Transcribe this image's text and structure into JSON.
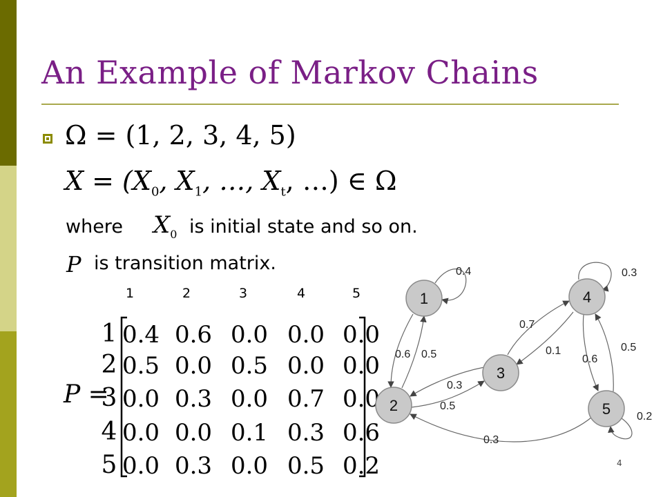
{
  "colors": {
    "title": "#7a1f86",
    "sidebar_top": "#6b6b00",
    "sidebar_mid": "#d4d488",
    "sidebar_bottom": "#a3a31e",
    "rule": "#a8a84c",
    "bullet": "#8b8b00",
    "node_fill": "#c9c9c9"
  },
  "slide": {
    "title": "An Example of Markov Chains",
    "bullet_icon": "hollow-square-bullet-icon",
    "omega_eq": "Ω = (1, 2, 3, 4, 5)",
    "x_eq_lhs": "X = (X",
    "x_eq_sub0": "0",
    "x_eq_mid": ", X",
    "x_eq_sub1": "1",
    "x_eq_mid2": ", …, X",
    "x_eq_subt": "t",
    "x_eq_rhs": ", …) ∈ Ω",
    "where_text": "where",
    "x0_symbol": "X",
    "x0_sub": "0",
    "initial_text": "is initial state and so on.",
    "p_symbol": "P",
    "transition_text": "is transition matrix.",
    "page_number": "4"
  },
  "matrix": {
    "label": "P =",
    "col_headers": [
      "1",
      "2",
      "3",
      "4",
      "5"
    ],
    "row_labels": [
      "1",
      "2",
      "3",
      "4",
      "5"
    ],
    "rows": [
      [
        "0.4",
        "0.6",
        "0.0",
        "0.0",
        "0.0"
      ],
      [
        "0.5",
        "0.0",
        "0.5",
        "0.0",
        "0.0"
      ],
      [
        "0.0",
        "0.3",
        "0.0",
        "0.7",
        "0.0"
      ],
      [
        "0.0",
        "0.0",
        "0.1",
        "0.3",
        "0.6"
      ],
      [
        "0.0",
        "0.3",
        "0.0",
        "0.5",
        "0.2"
      ]
    ]
  },
  "graph": {
    "nodes": [
      "1",
      "2",
      "3",
      "4",
      "5"
    ],
    "edges": [
      {
        "from": "1",
        "to": "1",
        "label": "0.4"
      },
      {
        "from": "1",
        "to": "2",
        "label": "0.6"
      },
      {
        "from": "2",
        "to": "1",
        "label": "0.5"
      },
      {
        "from": "2",
        "to": "3",
        "label": "0.5"
      },
      {
        "from": "3",
        "to": "2",
        "label": "0.3"
      },
      {
        "from": "3",
        "to": "4",
        "label": "0.7"
      },
      {
        "from": "4",
        "to": "4",
        "label": "0.3"
      },
      {
        "from": "4",
        "to": "3",
        "label": "0.1"
      },
      {
        "from": "4",
        "to": "5",
        "label": "0.6"
      },
      {
        "from": "5",
        "to": "4",
        "label": "0.5"
      },
      {
        "from": "5",
        "to": "5",
        "label": "0.2"
      },
      {
        "from": "5",
        "to": "2",
        "label": "0.3"
      }
    ]
  }
}
